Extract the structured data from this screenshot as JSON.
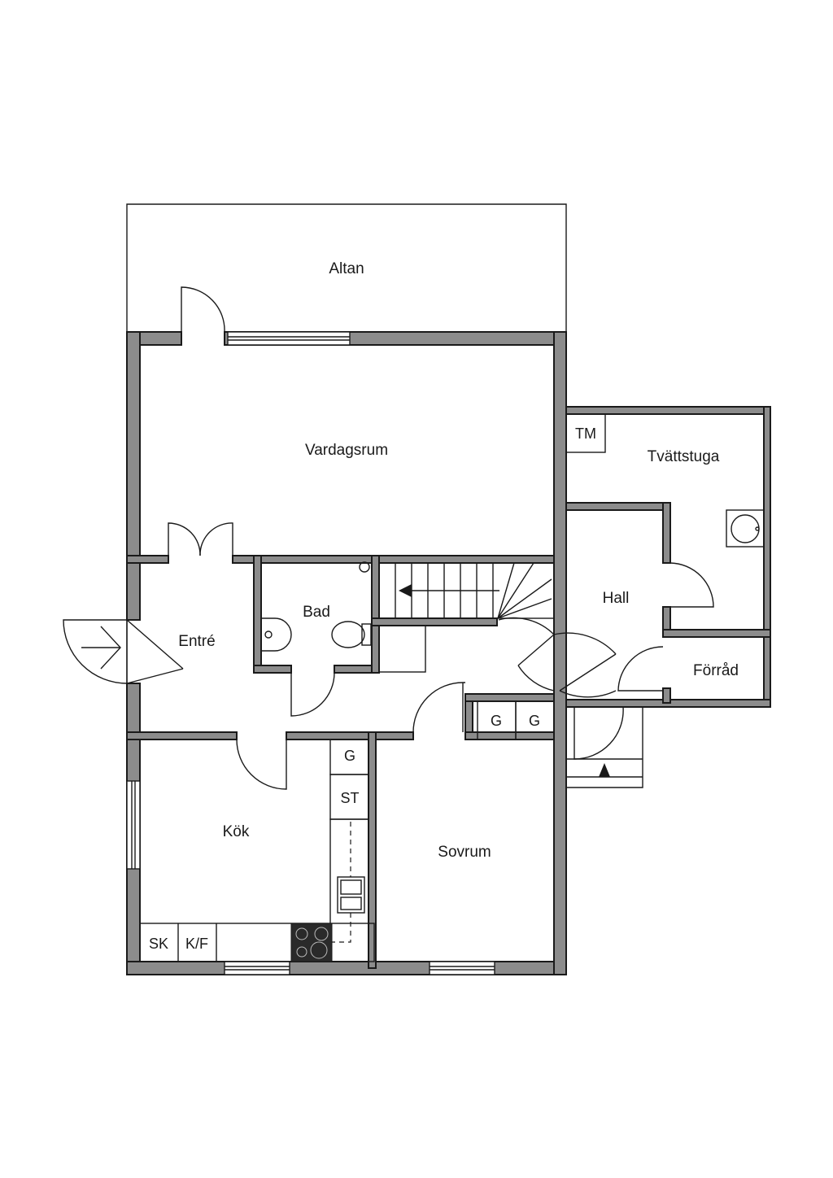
{
  "rooms": {
    "altan": "Altan",
    "vardagsrum": "Vardagsrum",
    "tvattstuga": "Tvättstuga",
    "bad": "Bad",
    "entre": "Entré",
    "hall": "Hall",
    "forrad": "Förråd",
    "kok": "Kök",
    "sovrum": "Sovrum"
  },
  "fixtures": {
    "tm": "TM",
    "g": "G",
    "st": "ST",
    "sk": "SK",
    "kf": "K/F"
  },
  "colors": {
    "wall": "#8c8c8c",
    "line": "#1a1a1a",
    "background": "#ffffff"
  }
}
